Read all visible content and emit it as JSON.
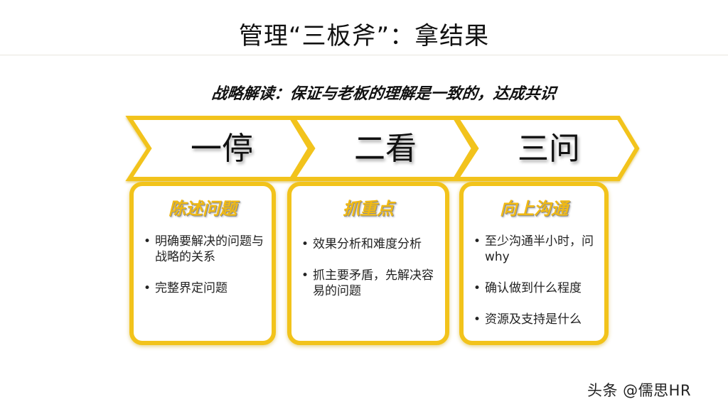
{
  "slide": {
    "title": "管理“三板斧”：拿结果",
    "subtitle": "战略解读：保证与老板的理解是一致的，达成共识",
    "accent_color": "#f2c31b",
    "steps": [
      {
        "chevron_label": "一停",
        "card_heading": "陈述问题",
        "bullets": [
          "明确要解决的问题与战略的关系",
          "完整界定问题"
        ]
      },
      {
        "chevron_label": "二看",
        "card_heading": "抓重点",
        "bullets": [
          "效果分析和难度分析",
          "抓主要矛盾，先解决容易的问题"
        ]
      },
      {
        "chevron_label": "三问",
        "card_heading": "向上沟通",
        "bullets": [
          "至少沟通半小时，问why",
          "确认做到什么程度",
          "资源及支持是什么"
        ]
      }
    ]
  },
  "watermark": "头条 @儒思HR"
}
